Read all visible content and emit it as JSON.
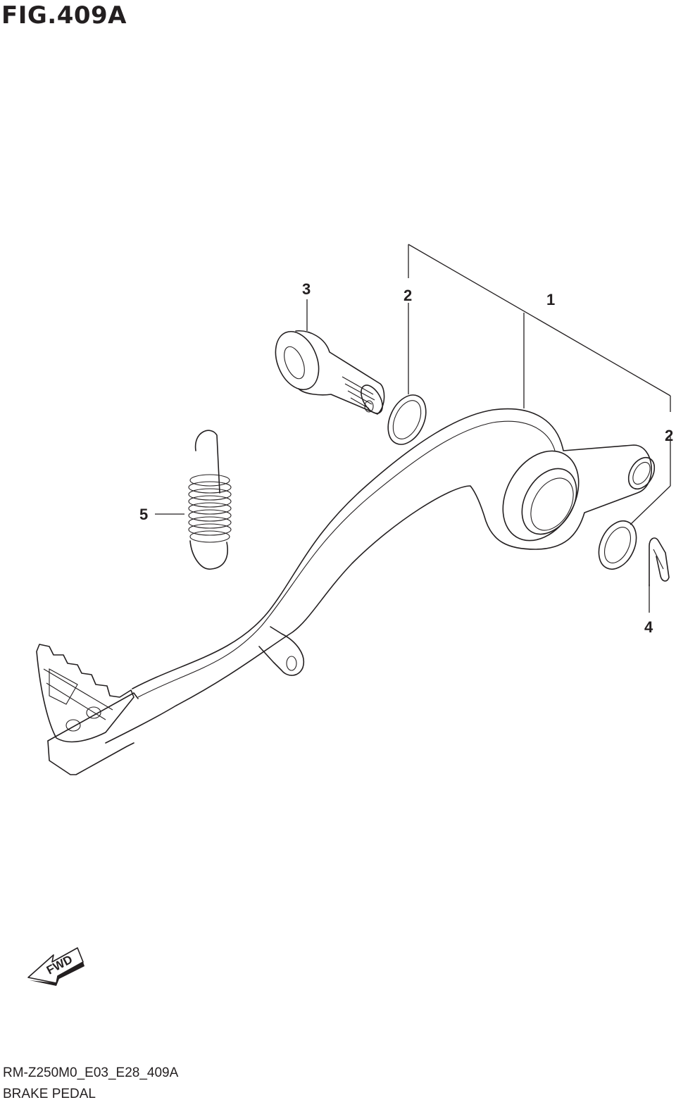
{
  "figure": {
    "title": "FIG.409A"
  },
  "callouts": [
    {
      "number": "1",
      "label_id": "brake-pedal"
    },
    {
      "number": "2",
      "label_id": "ring-left"
    },
    {
      "number": "2",
      "label_id": "ring-right"
    },
    {
      "number": "3",
      "label_id": "pivot-bolt"
    },
    {
      "number": "4",
      "label_id": "clip"
    },
    {
      "number": "5",
      "label_id": "spring"
    }
  ],
  "direction_marker": {
    "label": "FWD"
  },
  "footer": {
    "code": "RM-Z250M0_E03_E28_409A",
    "description": "BRAKE PEDAL"
  },
  "colors": {
    "ink": "#231f20",
    "paper": "#ffffff"
  }
}
